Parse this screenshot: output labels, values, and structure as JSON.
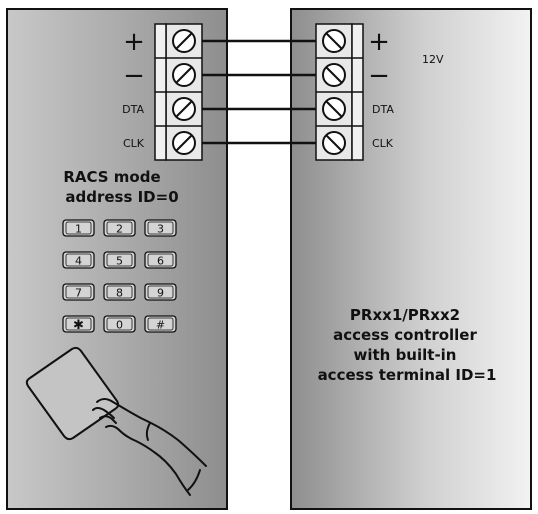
{
  "reader": {
    "terminals": [
      {
        "label": "+"
      },
      {
        "label": "−"
      },
      {
        "label": "DTA"
      },
      {
        "label": "CLK"
      }
    ],
    "mode_line1": "RACS mode",
    "mode_line2": "address ID=0",
    "keypad": [
      "1",
      "2",
      "3",
      "4",
      "5",
      "6",
      "7",
      "8",
      "9",
      "✱",
      "0",
      "#"
    ]
  },
  "controller": {
    "terminals": [
      {
        "label": "+"
      },
      {
        "label": "−"
      },
      {
        "label": "DTA"
      },
      {
        "label": "CLK"
      }
    ],
    "voltage": "12V",
    "line1": "PRxx1/PRxx2",
    "line2": "access controller",
    "line3": "with built-in",
    "line4": "access terminal ID=1"
  },
  "colors": {
    "panel_light": "#d9d9d9",
    "panel_dark": "#8c8c8c",
    "outline": "#111111",
    "wire": "#111111"
  }
}
